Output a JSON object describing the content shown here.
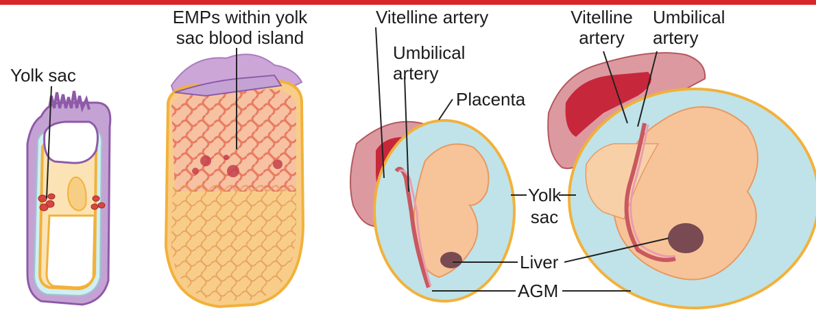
{
  "labels": {
    "yolk_sac_left": "Yolk sac",
    "emps_line1": "EMPs within yolk",
    "emps_line2": "sac blood island",
    "vitelline_artery_mid": "Vitelline artery",
    "umbilical_line1": "Umbilical",
    "umbilical_line2": "artery",
    "placenta": "Placenta",
    "yolk_line1": "Yolk",
    "yolk_line2": "sac",
    "liver": "Liver",
    "agm": "AGM",
    "vitelline_right_line1": "Vitelline",
    "vitelline_right_line2": "artery",
    "umbilical_right_line1": "Umbilical",
    "umbilical_right_line2": "artery"
  },
  "colors": {
    "accent_bar": "#d7272a",
    "yolk_sac_membrane": "#a97bbd",
    "amnion_fluid": "#bfe3e9",
    "yolk_outline": "#f2b13a",
    "embryo": "#f7c49a",
    "placenta": "#d98e92",
    "placenta_dark": "#c7273b",
    "liver": "#7a4a52",
    "blood_island": "#d9463f"
  }
}
